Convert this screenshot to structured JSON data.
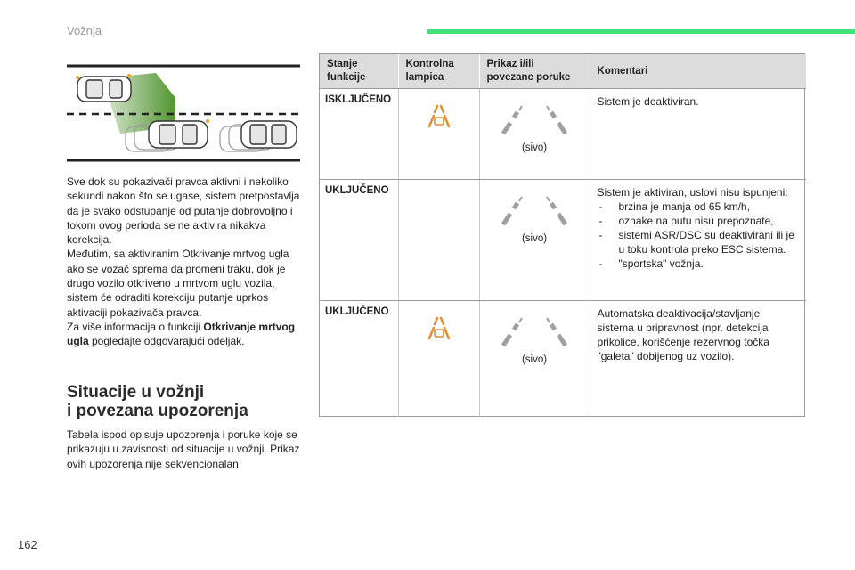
{
  "header": {
    "title": "Vožnja",
    "accent_color": "#40e07a"
  },
  "page_number": "162",
  "intro": {
    "p1": "Sve dok su pokazivači pravca aktivni i nekoliko sekundi nakon što se ugase, sistem pretpostavlja da je svako odstupanje od putanje dobrovoljno i tokom ovog perioda se ne aktivira nikakva korekcija.",
    "p2": "Međutim, sa aktiviranim Otkrivanje mrtvog ugla ako se vozač sprema da promeni traku, dok je drugo vozilo otkriveno u mrtvom uglu vozila, sistem će odraditi korekciju putanje uprkos aktivaciji pokazivača pravca.",
    "p3_pre": "Za više informacija o funkciji ",
    "p3_bold": "Otkrivanje mrtvog ugla",
    "p3_post": " pogledajte odgovarajući odeljak."
  },
  "section": {
    "title_line1": "Situacije u vožnji",
    "title_line2": "i povezana upozorenja",
    "body": "Tabela ispod opisuje upozorenja i poruke koje se prikazuju u zavisnosti od situacije u vožnji. Prikaz ovih upozorenja nije sekvencionalan."
  },
  "table": {
    "headers": [
      "Stanje funkcije",
      "Kontrolna lampica",
      "Prikaz i/ili povezane poruke",
      "Komentari"
    ],
    "rows": [
      {
        "state": "ISKLJUČENO",
        "lamp_icon": "lane-assist-warning-icon",
        "lamp_color": "#e58a2b",
        "display_icon": "lane-markings-icon",
        "display_caption": "(sivo)",
        "comment": "Sistem je deaktiviran."
      },
      {
        "state": "UKLJUČENO",
        "lamp_icon": "none",
        "display_icon": "lane-markings-icon",
        "display_caption": "(sivo)",
        "comment": "Sistem je aktiviran, uslovi nisu ispunjeni:",
        "bullets": [
          "brzina je manja od 65 km/h,",
          "oznake na putu nisu prepoznate,",
          "sistemi ASR/DSC su deaktivirani ili je u toku kontrola preko ESC sistema.",
          "\"sportska\" vožnja."
        ]
      },
      {
        "state": "UKLJUČENO",
        "lamp_icon": "lane-assist-warning-icon",
        "lamp_color": "#e58a2b",
        "display_icon": "lane-markings-icon",
        "display_caption": "(sivo)",
        "comment": "Automatska deaktivacija/stavljanje sistema u pripravnost (npr. detekcija prikolice, korišćenje rezervnog točka \"galeta\" dobijenog uz vozilo)."
      }
    ]
  }
}
